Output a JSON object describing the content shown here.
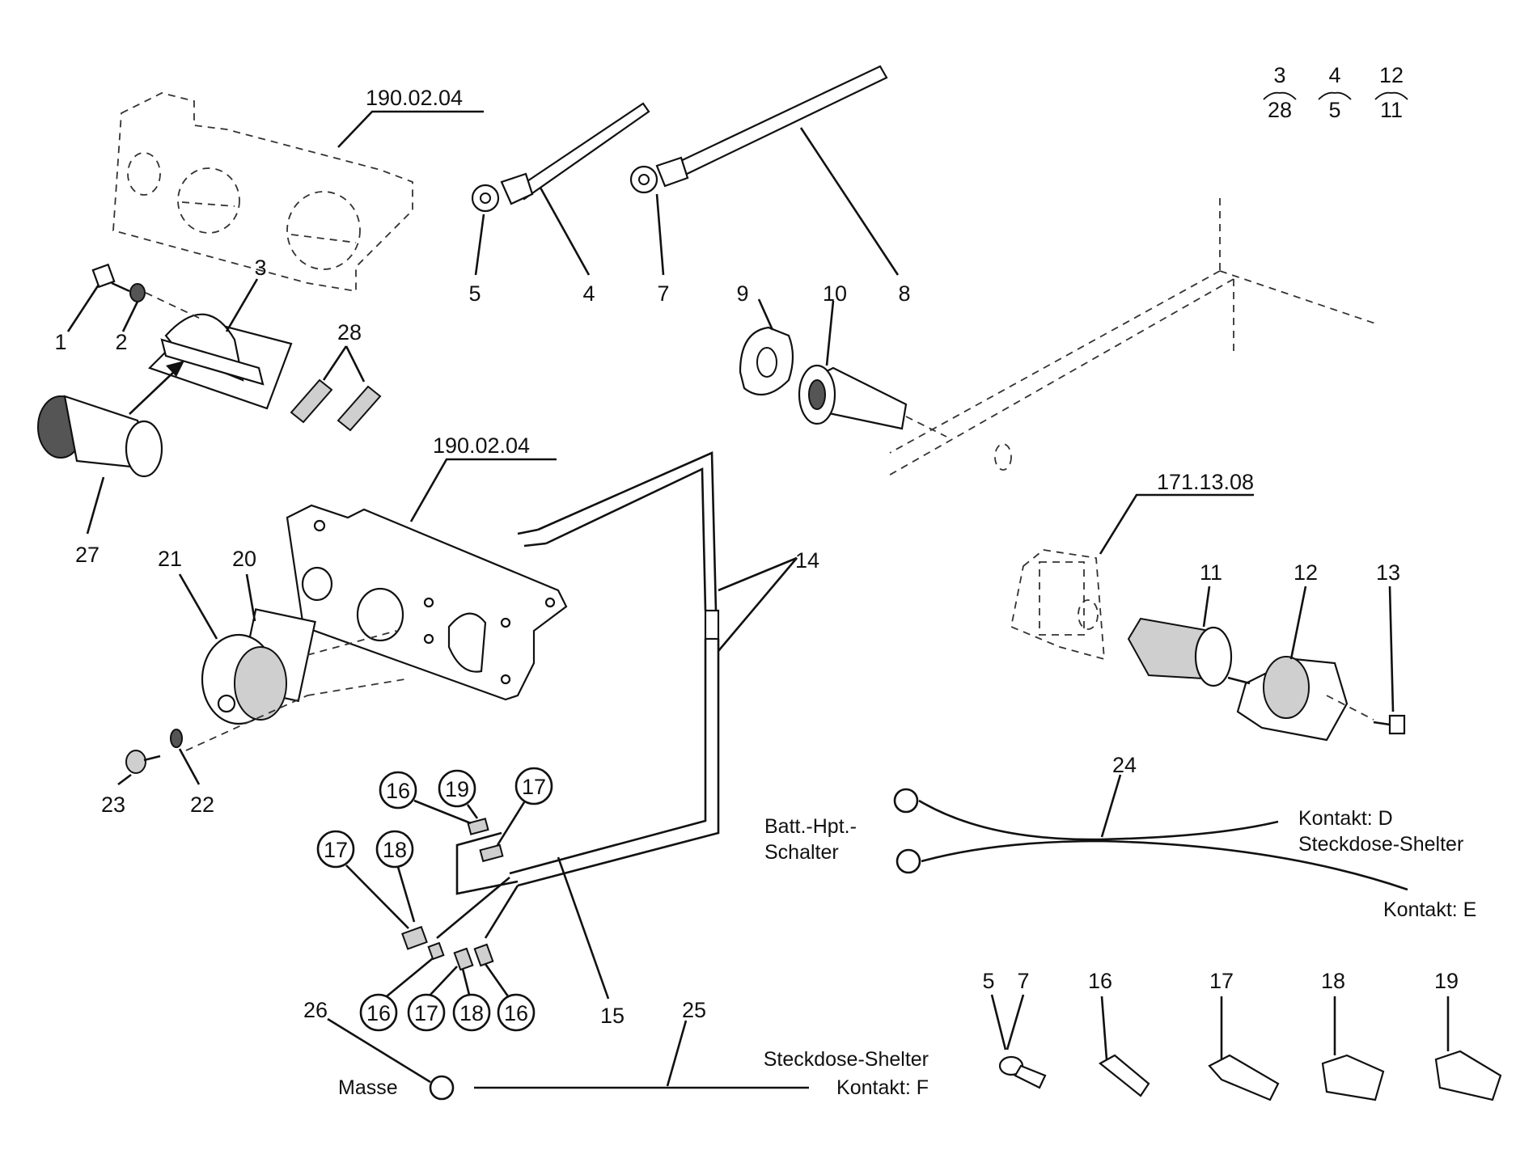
{
  "refs": {
    "dashboard_top": "190.02.04",
    "dashboard_mid": "190.02.04",
    "shelter_socket": "171.13.08"
  },
  "equiv": [
    {
      "top": "3",
      "bottom": "28"
    },
    {
      "top": "4",
      "bottom": "5"
    },
    {
      "top": "12",
      "bottom": "11"
    }
  ],
  "parts": {
    "p1": "1",
    "p2": "2",
    "p3": "3",
    "p4": "4",
    "p5": "5",
    "p7": "7",
    "p8": "8",
    "p9": "9",
    "p10": "10",
    "p11": "11",
    "p12": "12",
    "p13": "13",
    "p14": "14",
    "p15": "15",
    "p20": "20",
    "p21": "21",
    "p22": "22",
    "p23": "23",
    "p24": "24",
    "p25": "25",
    "p26": "26",
    "p27": "27",
    "p28": "28"
  },
  "circled": {
    "c16a": "16",
    "c19": "19",
    "c17a": "17",
    "c17b": "17",
    "c18a": "18",
    "c16b": "16",
    "c17c": "17",
    "c18b": "18",
    "c16c": "16"
  },
  "legend": {
    "l57a": "5",
    "l57b": "7",
    "l16": "16",
    "l17": "17",
    "l18": "18",
    "l19": "19"
  },
  "labels": {
    "batt_line1": "Batt.-Hpt.-",
    "batt_line2": "Schalter",
    "kontakt_d": "Kontakt: D",
    "steckdose_shelter_1": "Steckdose-Shelter",
    "kontakt_e": "Kontakt: E",
    "steckdose_shelter_2": "Steckdose-Shelter",
    "masse": "Masse",
    "kontakt_f": "Kontakt: F"
  }
}
